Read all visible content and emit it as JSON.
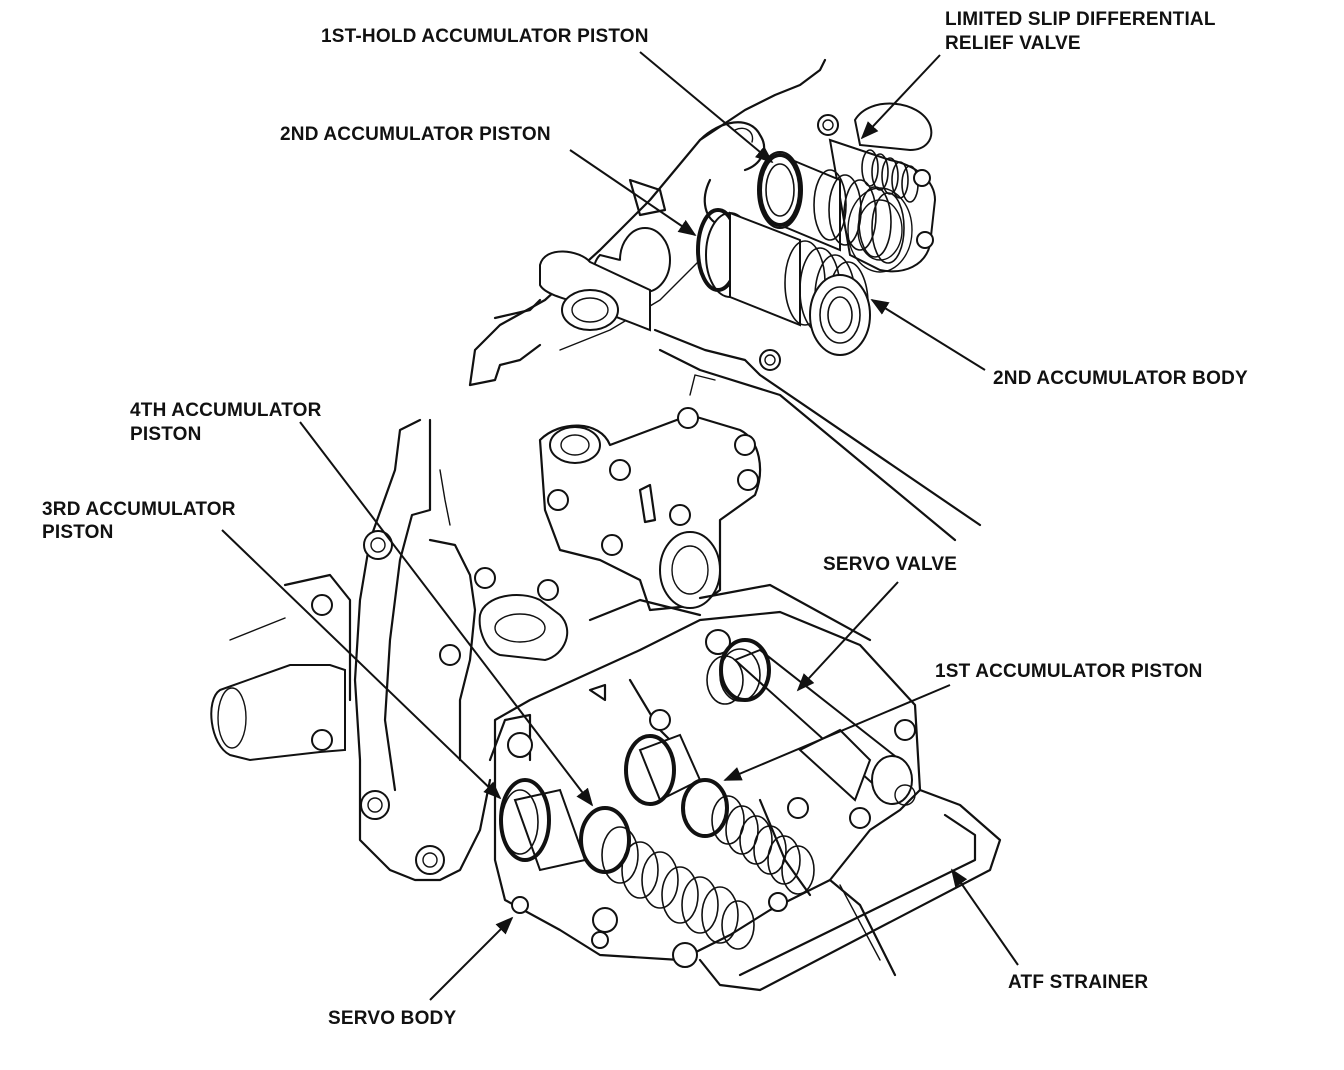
{
  "labels": {
    "first_hold_accumulator_piston": "1ST-HOLD ACCUMULATOR PISTON",
    "limited_slip_line1": "LIMITED SLIP DIFFERENTIAL",
    "limited_slip_line2": "RELIEF VALVE",
    "second_accumulator_piston": "2ND ACCUMULATOR PISTON",
    "second_accumulator_body": "2ND ACCUMULATOR BODY",
    "fourth_accumulator_line1": "4TH ACCUMULATOR",
    "fourth_accumulator_line2": "PISTON",
    "third_accumulator_line1": "3RD ACCUMULATOR",
    "third_accumulator_line2": "PISTON",
    "servo_valve": "SERVO VALVE",
    "first_accumulator_piston": "1ST ACCUMULATOR PISTON",
    "atf_strainer": "ATF STRAINER",
    "servo_body": "SERVO BODY"
  }
}
